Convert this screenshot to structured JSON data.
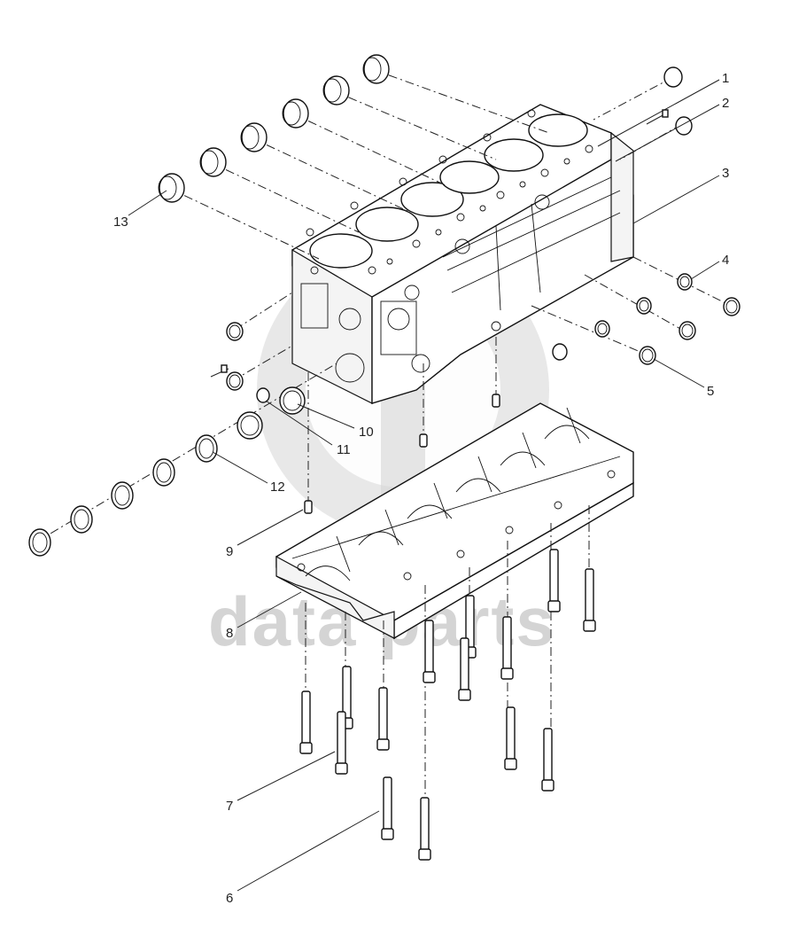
{
  "watermark": {
    "text": "data parts"
  },
  "callouts": [
    {
      "id": "1",
      "label": "1"
    },
    {
      "id": "2",
      "label": "2"
    },
    {
      "id": "3",
      "label": "3"
    },
    {
      "id": "4",
      "label": "4"
    },
    {
      "id": "5",
      "label": "5"
    },
    {
      "id": "6",
      "label": "6"
    },
    {
      "id": "7",
      "label": "7"
    },
    {
      "id": "8",
      "label": "8"
    },
    {
      "id": "9",
      "label": "9"
    },
    {
      "id": "10",
      "label": "10"
    },
    {
      "id": "11",
      "label": "11"
    },
    {
      "id": "12",
      "label": "12"
    },
    {
      "id": "13",
      "label": "13"
    }
  ]
}
